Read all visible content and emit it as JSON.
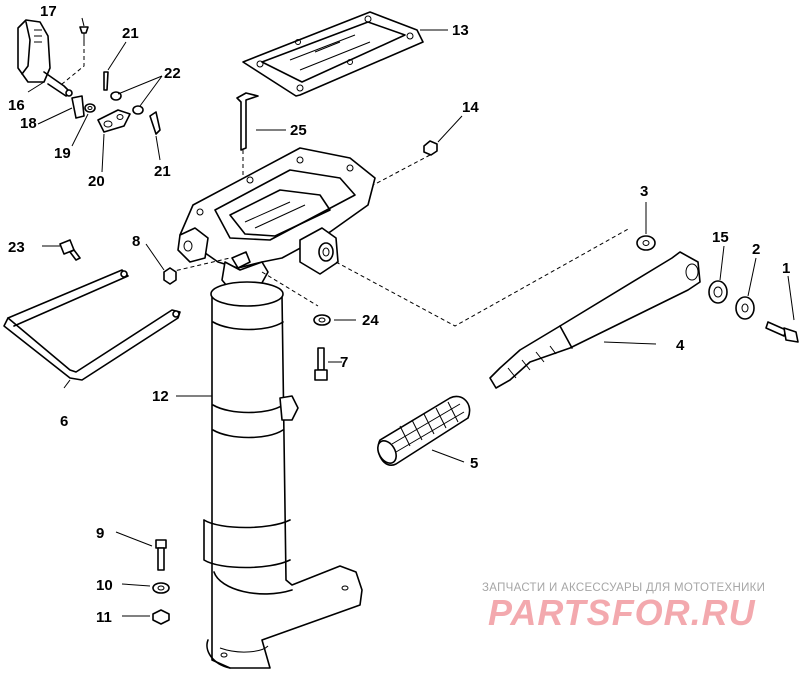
{
  "labels": {
    "l1": "1",
    "l2": "2",
    "l3": "3",
    "l4": "4",
    "l5": "5",
    "l6": "6",
    "l7": "7",
    "l8": "8",
    "l9": "9",
    "l10": "10",
    "l11": "11",
    "l12": "12",
    "l13": "13",
    "l14": "14",
    "l15": "15",
    "l16": "16",
    "l17": "17",
    "l18": "18",
    "l19": "19",
    "l20": "20",
    "l21a": "21",
    "l21b": "21",
    "l22": "22",
    "l23": "23",
    "l24": "24",
    "l25": "25"
  },
  "watermark": {
    "subtitle": "ЗАПЧАСТИ И АКСЕССУАРЫ ДЛЯ МОТОТЕХНИКИ",
    "logo": "PARTSFOR.RU"
  }
}
